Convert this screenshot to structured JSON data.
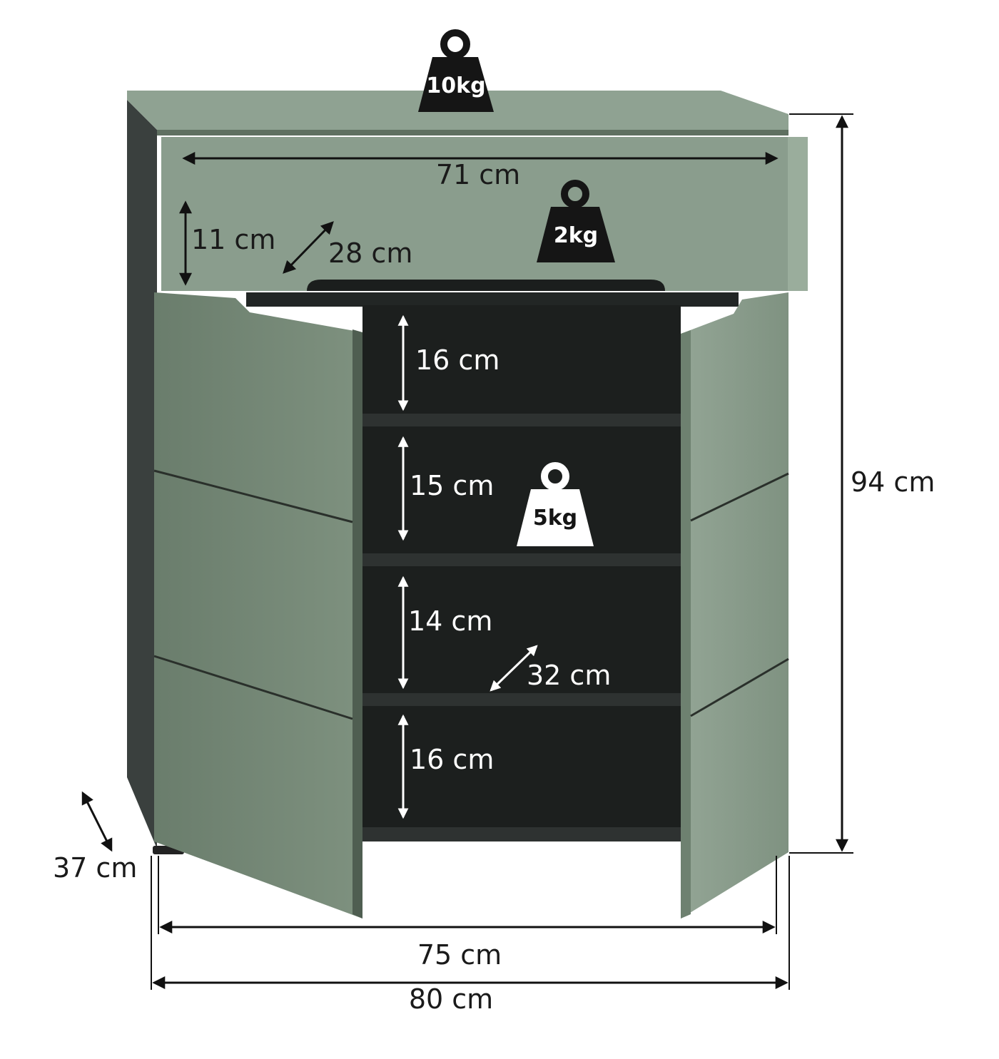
{
  "colors": {
    "cabinet_green": "#8a9d8d",
    "cabinet_green_dark": "#6e8270",
    "interior": "#1c1f1e",
    "shelf": "#2c302f",
    "side_panel": "#3c4240",
    "weight_dark": "#151515",
    "weight_light": "#ffffff"
  },
  "dimensions": {
    "drawer_width": "71 cm",
    "drawer_height": "11 cm",
    "drawer_depth": "28 cm",
    "shelf_1": "16 cm",
    "shelf_2": "15 cm",
    "shelf_3": "14 cm",
    "shelf_4": "16 cm",
    "shelf_depth": "32 cm",
    "total_height": "94 cm",
    "total_depth": "37 cm",
    "inner_width": "75 cm",
    "total_width": "80 cm"
  },
  "weights": {
    "top": "10kg",
    "drawer": "2kg",
    "shelf": "5kg"
  }
}
